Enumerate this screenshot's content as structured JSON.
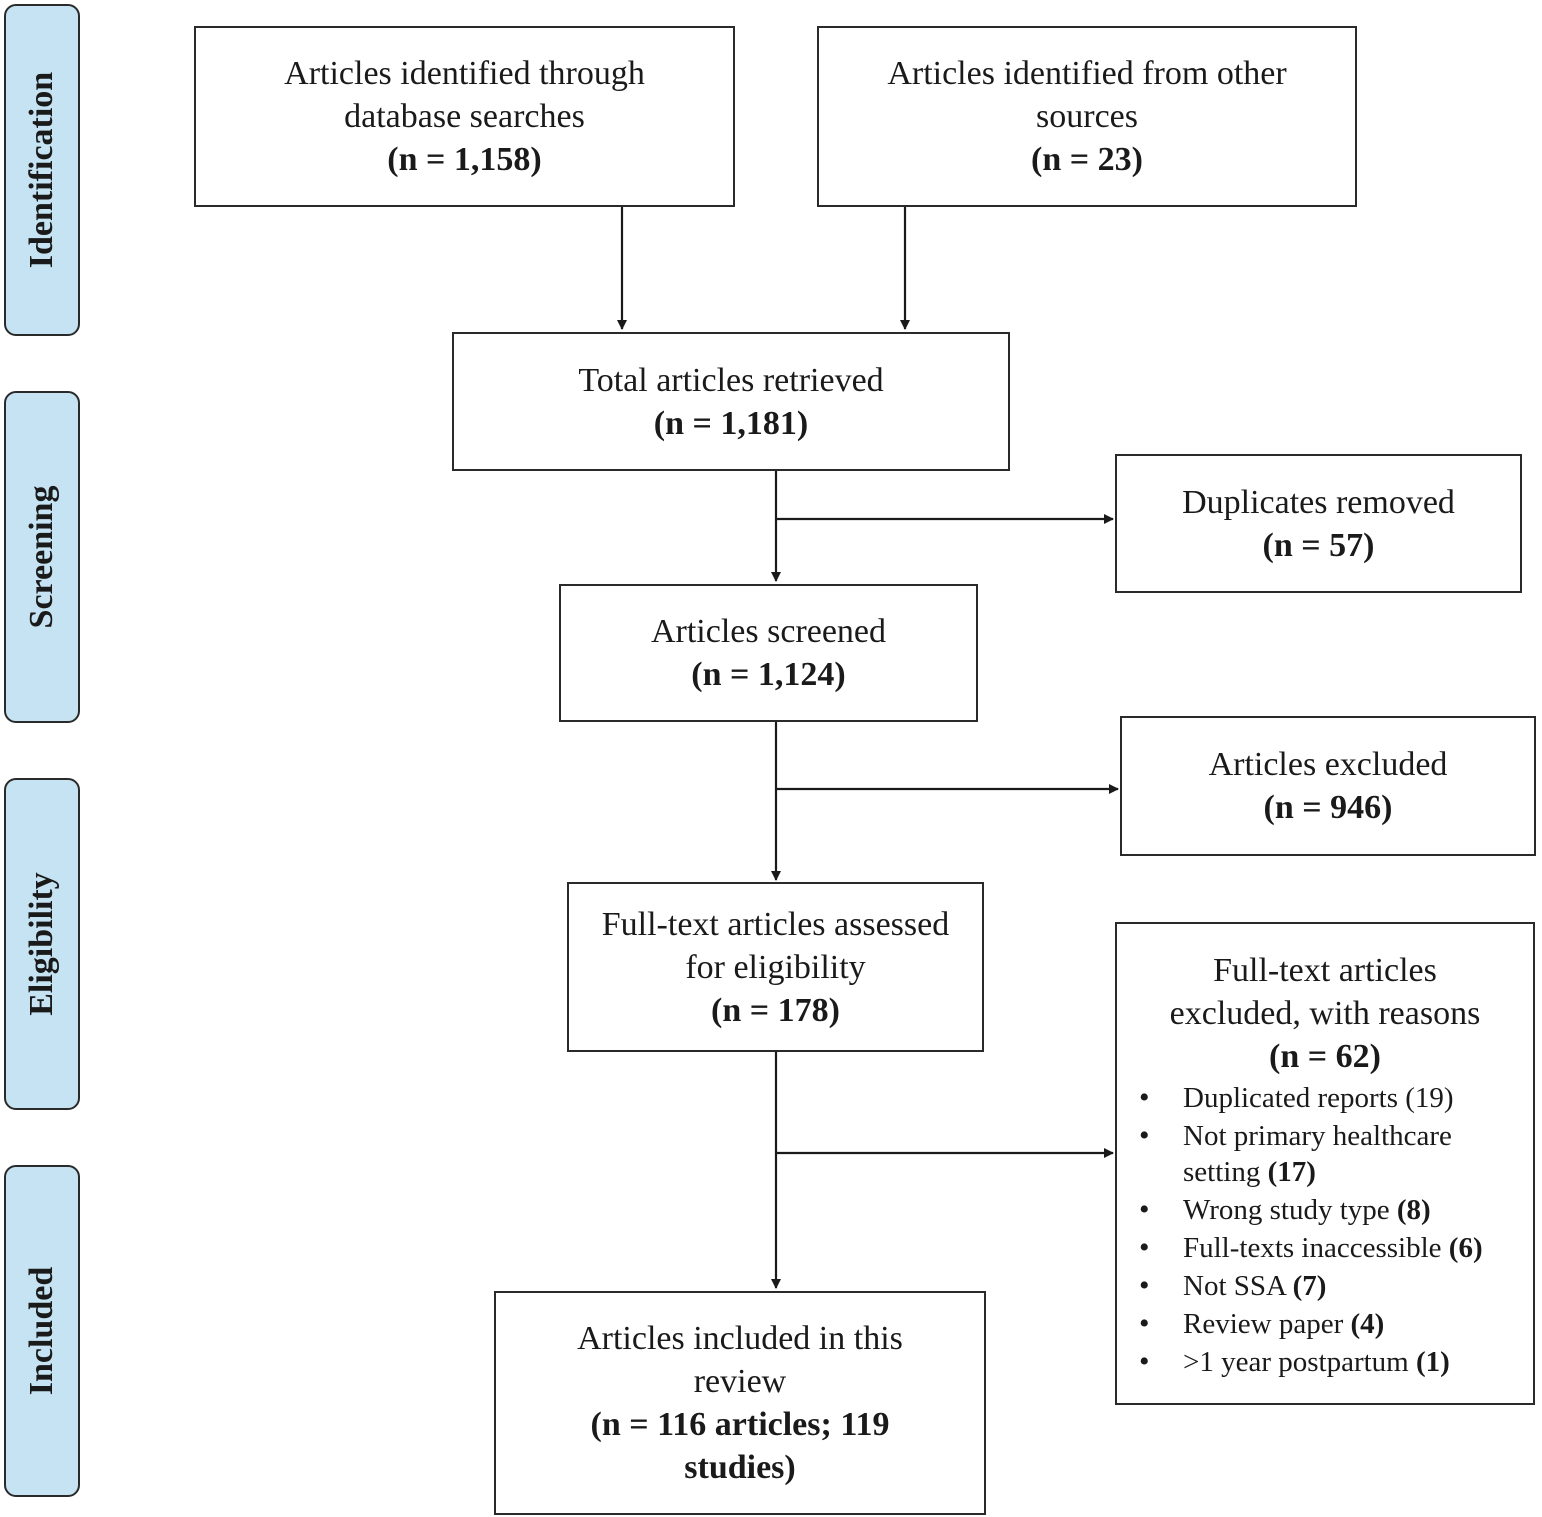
{
  "stages": [
    "Identification",
    "Screening",
    "Eligibility",
    "Included"
  ],
  "boxes": {
    "database": {
      "text": "Articles identified through database searches",
      "count": "(n = 1,158)"
    },
    "other_sources": {
      "text": "Articles identified from other sources",
      "count": "(n = 23)"
    },
    "total": {
      "text": "Total articles retrieved",
      "count": "(n = 1,181)"
    },
    "duplicates": {
      "text": "Duplicates removed",
      "count": "(n = 57)"
    },
    "screened": {
      "text": "Articles screened",
      "count": "(n = 1,124)"
    },
    "excluded": {
      "text": "Articles excluded",
      "count": "(n = 946)"
    },
    "fulltext": {
      "text": "Full-text articles assessed for eligibility",
      "count": "(n = 178)"
    },
    "included": {
      "text": "Articles included in this review",
      "count": "(n = 116 articles; 119 studies)"
    }
  },
  "fulltext_excluded": {
    "text": "Full-text articles excluded, with reasons",
    "count": "(n = 62)",
    "reasons": [
      {
        "label": "Duplicated reports",
        "n": "(19)"
      },
      {
        "label": "Not primary healthcare setting",
        "n": "(17)"
      },
      {
        "label": "Wrong study type",
        "n": "(8)"
      },
      {
        "label": "Full-texts inaccessible",
        "n": "(6)"
      },
      {
        "label": "Not SSA",
        "n": "(7)"
      },
      {
        "label": "Review paper",
        "n": "(4)"
      },
      {
        "label": ">1 year postpartum",
        "n": "(1)"
      }
    ]
  }
}
